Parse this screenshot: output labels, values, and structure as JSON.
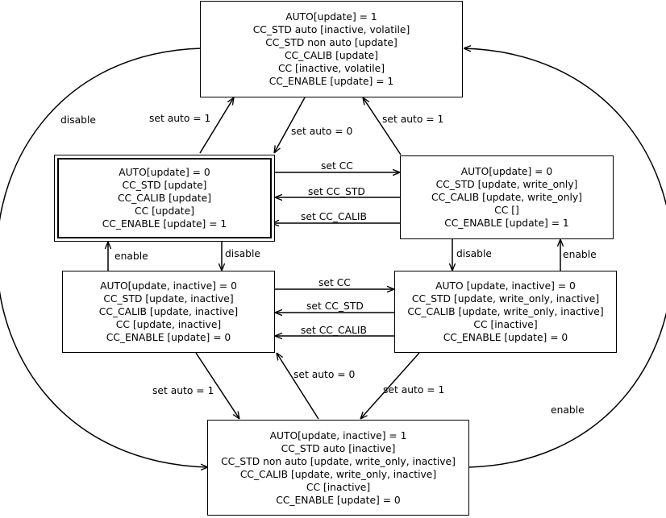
{
  "states": {
    "top": [
      "AUTO[update] = 1",
      "CC_STD auto [inactive, volatile]",
      "CC_STD non auto [update]",
      "CC_CALIB [update]",
      "CC [inactive, volatile]",
      "CC_ENABLE [update] = 1"
    ],
    "mid_left": [
      "AUTO[update] = 0",
      "CC_STD [update]",
      "CC_CALIB [update]",
      "CC [update]",
      "CC_ENABLE [update] = 1"
    ],
    "mid_right": [
      "AUTO[update] = 0",
      "CC_STD [update, write_only]",
      "CC_CALIB [update, write_only]",
      "CC []",
      "CC_ENABLE [update] = 1"
    ],
    "low_left": [
      "AUTO[update, inactive] = 0",
      "CC_STD [update, inactive]",
      "CC_CALIB [update, inactive]",
      "CC [update, inactive]",
      "CC_ENABLE [update] = 0"
    ],
    "low_right": [
      "AUTO [update, inactive] = 0",
      "CC_STD [update, write_only, inactive]",
      "CC_CALIB [update, write_only, inactive]",
      "CC [inactive]",
      "CC_ENABLE [update] = 0"
    ],
    "bottom": [
      "AUTO[update, inactive] = 1",
      "CC_STD auto [inactive]",
      "CC_STD non auto [update, write_only, inactive]",
      "CC_CALIB [update, write_only, inactive]",
      "CC [inactive]",
      "CC_ENABLE [update] = 0"
    ]
  },
  "transitions": {
    "disable_outer": "disable",
    "enable_outer": "enable",
    "set_auto_1_a": "set auto = 1",
    "set_auto_0_a": "set auto = 0",
    "set_auto_1_b": "set auto = 1",
    "set_cc_a": "set CC",
    "set_cc_std_a": "set CC_STD",
    "set_cc_calib_a": "set CC_CALIB",
    "enable_left": "enable",
    "disable_left": "disable",
    "disable_right": "disable",
    "enable_right": "enable",
    "set_cc_b": "set CC",
    "set_cc_std_b": "set CC_STD",
    "set_cc_calib_b": "set CC_CALIB",
    "set_auto_1_c": "set auto = 1",
    "set_auto_0_b": "set auto = 0",
    "set_auto_1_d": "set auto = 1"
  }
}
